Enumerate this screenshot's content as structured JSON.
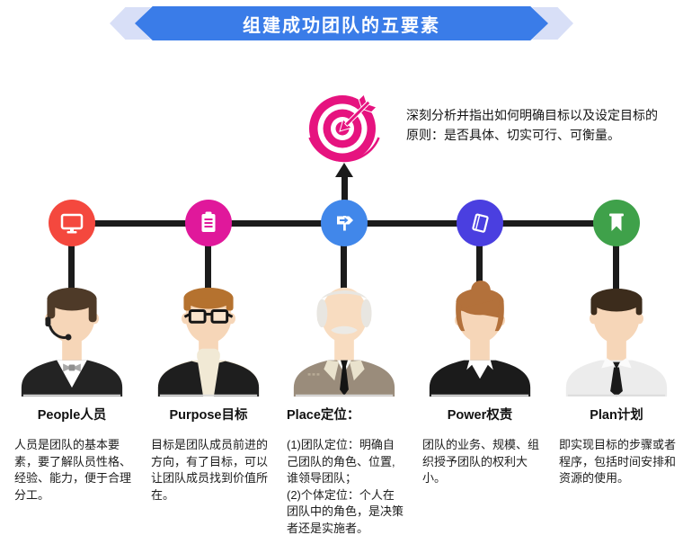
{
  "banner": {
    "title": "组建成功团队的五要素"
  },
  "goal": {
    "icon": "target-arrow-icon",
    "note": "深刻分析并指出如何明确目标以及设定目标的原则：是否具体、切实可行、可衡量。"
  },
  "colors": {
    "banner_blue": "#3A7CE8",
    "banner_light": "#D8DFF7",
    "target_pink": "#E6137F",
    "line_black": "#1B1B1B"
  },
  "items": [
    {
      "id": "people",
      "icon": "monitor-icon",
      "icon_bg": "#F4483E",
      "avatar": "support-agent-man",
      "label": "People人员",
      "desc": "人员是团队的基本要素，要了解队员性格、经验、能力，便于合理分工。"
    },
    {
      "id": "purpose",
      "icon": "clipboard-icon",
      "icon_bg": "#E0189B",
      "avatar": "glasses-vest-man",
      "label": "Purpose目标",
      "desc": "目标是团队成员前进的方向，有了目标，可以让团队成员找到价值所在。"
    },
    {
      "id": "place",
      "icon": "signpost-icon",
      "icon_bg": "#4187EA",
      "avatar": "elder-suit-man",
      "label": "Place定位：",
      "desc": "(1)团队定位：明确自己团队的角色、位置,谁领导团队；\n(2)个体定位：个人在团队中的角色，是决策者还是实施者。"
    },
    {
      "id": "power",
      "icon": "book-icon",
      "icon_bg": "#4A3FE0",
      "avatar": "business-woman",
      "label": "Power权责",
      "desc": "团队的业务、规模、组织授予团队的权利大小。"
    },
    {
      "id": "plan",
      "icon": "bookmark-icon",
      "icon_bg": "#3FA14A",
      "avatar": "shirt-tie-man",
      "label": "Plan计划",
      "desc": "即实现目标的步骤或者程序，包括时间安排和资源的使用。"
    }
  ]
}
